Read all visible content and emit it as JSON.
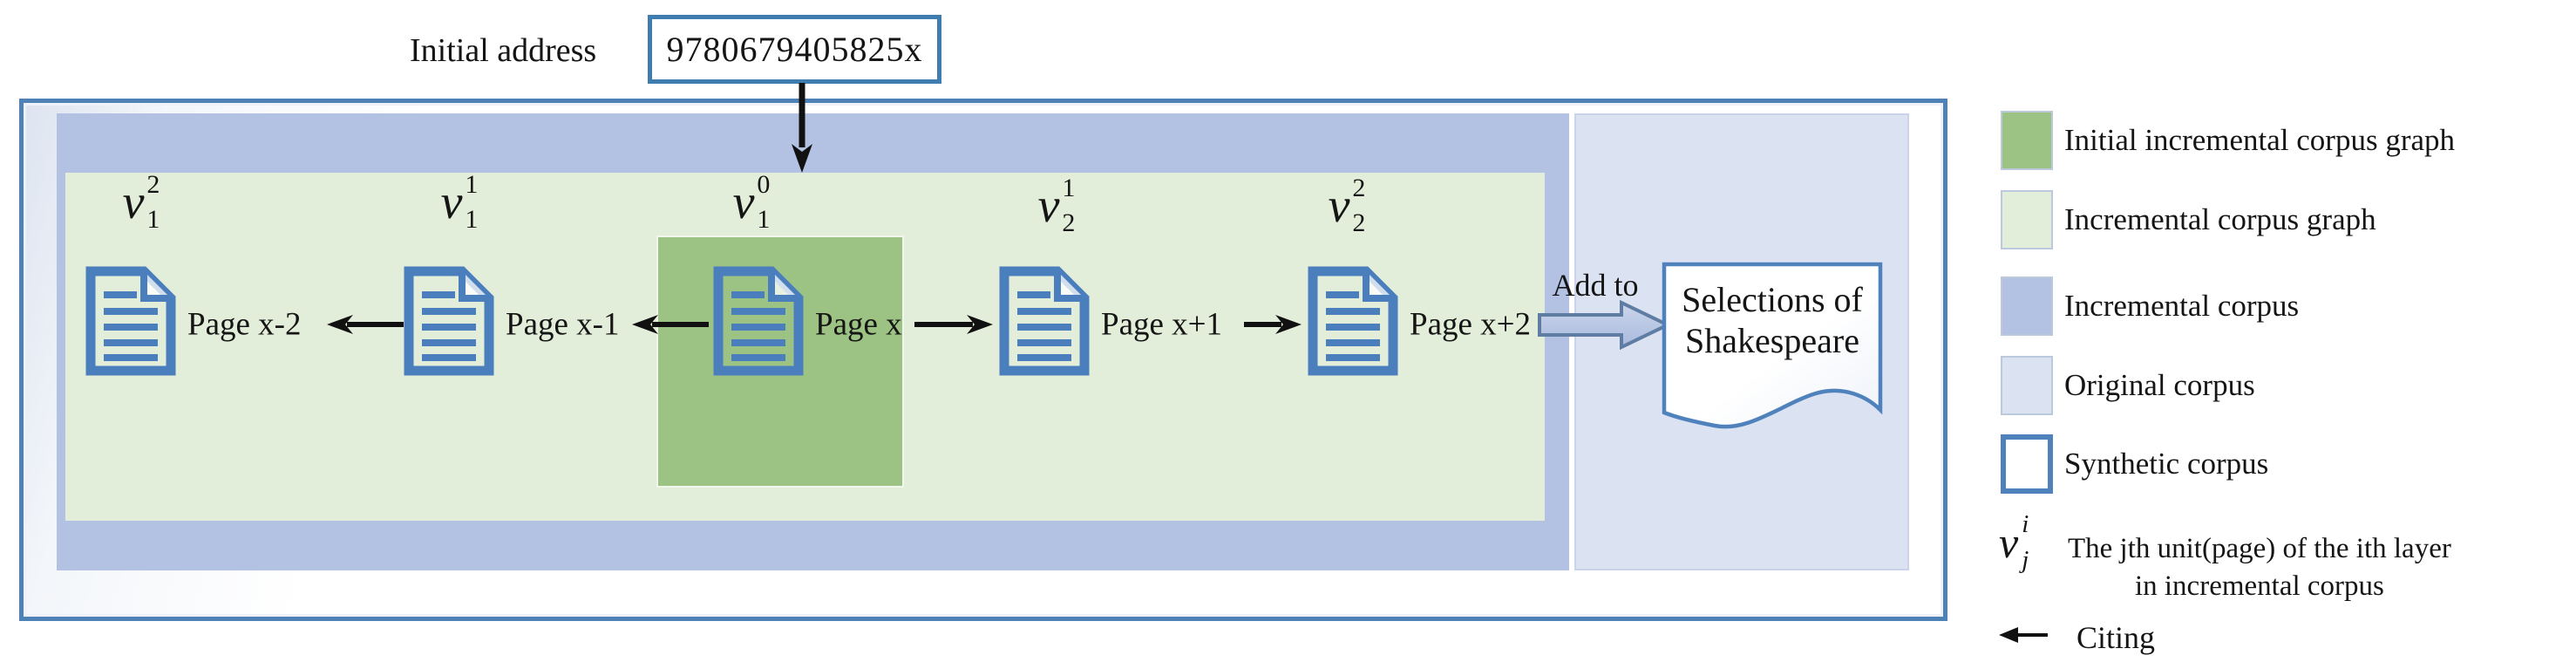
{
  "header": {
    "label": "Initial address",
    "address": "9780679405825x"
  },
  "nodes": [
    {
      "v": "v",
      "sup": "2",
      "sub": "1",
      "page": "Page x-2"
    },
    {
      "v": "v",
      "sup": "1",
      "sub": "1",
      "page": "Page x-1"
    },
    {
      "v": "v",
      "sup": "0",
      "sub": "1",
      "page": "Page x"
    },
    {
      "v": "v",
      "sup": "1",
      "sub": "2",
      "page": "Page x+1"
    },
    {
      "v": "v",
      "sup": "2",
      "sub": "2",
      "page": "Page x+2"
    }
  ],
  "add_to_label": "Add to",
  "target_document": {
    "line1": "Selections of",
    "line2": "Shakespeare"
  },
  "legend": {
    "items": [
      {
        "label": "Initial incremental corpus graph",
        "color": "#9cc383"
      },
      {
        "label": "Incremental corpus graph",
        "color": "#e3eeda"
      },
      {
        "label": "Incremental corpus",
        "color": "#b3c1e3"
      },
      {
        "label": "Original corpus",
        "color": "#dbe2f2"
      },
      {
        "label": "Synthetic corpus",
        "color": "#ffffff"
      }
    ],
    "v_symbol": {
      "v": "v",
      "sup": "i",
      "sub": "j",
      "desc_line1": "The jth unit(page) of the ith layer",
      "desc_line2": "in incremental corpus"
    },
    "citing_label": "Citing"
  },
  "colors": {
    "doc_icon_blue": "#4a7ebc",
    "synthetic_border_blue": "#4e81b5",
    "address_border_blue": "#3f7cb0",
    "initial_graph_green": "#9cc383",
    "graph_light_green": "#e3eeda",
    "incremental_blue": "#b3c1e3",
    "original_lavender": "#dbe2f2",
    "legend_synthetic_border": "#4f81bd",
    "block_arrow_fill": "#b6c4e3",
    "block_arrow_border": "#5f7da3",
    "citing_arrow_black": "#111111"
  }
}
